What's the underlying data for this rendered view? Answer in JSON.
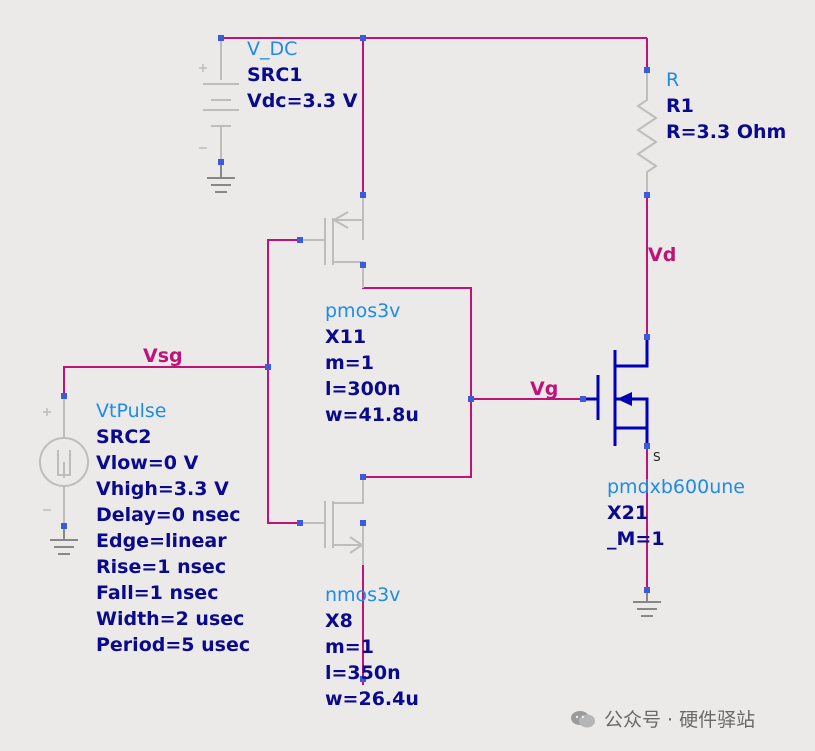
{
  "components": {
    "vdc": {
      "type": "V_DC",
      "id": "SRC1",
      "params": [
        "Vdc=3.3 V"
      ]
    },
    "resistor": {
      "type": "R",
      "id": "R1",
      "params": [
        "R=3.3 Ohm"
      ]
    },
    "pmos": {
      "type": "pmos3v",
      "id": "X11",
      "params": [
        "m=1",
        "l=300n",
        "w=41.8u"
      ]
    },
    "nmos": {
      "type": "nmos3v",
      "id": "X8",
      "params": [
        "m=1",
        "l=350n",
        "w=26.4u"
      ]
    },
    "vtpulse": {
      "type": "VtPulse",
      "id": "SRC2",
      "params": [
        "Vlow=0 V",
        "Vhigh=3.3 V",
        "Delay=0 nsec",
        "Edge=linear",
        "Rise=1 nsec",
        "Fall=1 nsec",
        "Width=2 usec",
        "Period=5 usec"
      ]
    },
    "power_mos": {
      "type": "pmdxb600une",
      "id": "X21",
      "params": [
        "_M=1"
      ],
      "pin_label": "S"
    }
  },
  "nets": {
    "vsg": "Vsg",
    "vg": "Vg",
    "vd": "Vd"
  },
  "watermark": {
    "text": "公众号 · 硬件驿站"
  },
  "colors": {
    "wire": "#c0137a",
    "component": "#0000b4",
    "node": "#3b5bdb",
    "ground": "#888888",
    "name": "#1e8ce6",
    "prop": "#0a0a8c"
  }
}
